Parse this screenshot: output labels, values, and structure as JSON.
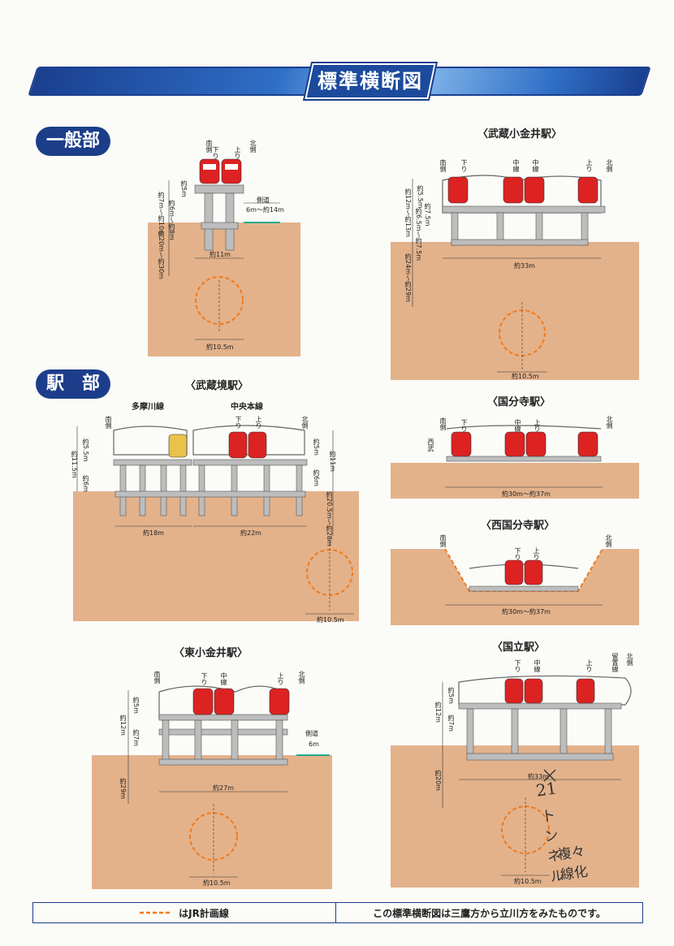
{
  "banner": {
    "title": "標準横断図"
  },
  "sections": {
    "general": "一般部",
    "station": "駅　部"
  },
  "colors": {
    "soil": "#e3b28b",
    "structure": "#bdbdbd",
    "plan_line": "#f07a1e",
    "brand": "#1c3e8a"
  },
  "general": {
    "south": "南側",
    "down": "下り",
    "up": "上り",
    "north": "北側",
    "h1": "約5m",
    "h2": "約7m〜約10m",
    "h3": "約6m〜約8m",
    "depth": "約20m〜約30m",
    "width": "約11m",
    "tunnel": "約10.5m",
    "sideroad": "側道",
    "sideroad_w": "6m〜約14m"
  },
  "musashikoganei": {
    "title": "〈武蔵小金井駅〉",
    "south": "南側",
    "chuo": "中線",
    "chuo2": "中線",
    "down": "下り",
    "up": "上り",
    "north": "北側",
    "h1": "約5.5m",
    "h2": "約12m〜約13m",
    "h3": "約7.5m",
    "h4": "約6.5m〜約7.5m",
    "depth": "約24m〜約29m",
    "width": "約33m",
    "tunnel": "約10.5m"
  },
  "musashisakai": {
    "title": "〈武蔵境駅〉",
    "tamagawa": "多摩川線",
    "chuo": "中央本線",
    "south": "南側",
    "down": "下り",
    "up": "上り",
    "north": "北側",
    "h1": "約5.5m",
    "h2": "約11.5m",
    "h3": "約6m",
    "h4": "約5m",
    "h5": "約11m",
    "h6": "約6m",
    "depth": "約20.5m〜約28m",
    "w1": "約18m",
    "w2": "約22m",
    "tunnel": "約10.5m"
  },
  "kokubunji": {
    "title": "〈国分寺駅〉",
    "south": "南側",
    "seibu": "西武",
    "down": "下り",
    "chuo": "中線",
    "up": "上り",
    "north": "北側",
    "width": "約30m〜約37m"
  },
  "nishikokubunji": {
    "title": "〈西国分寺駅〉",
    "south": "南側",
    "down": "下り",
    "up": "上り",
    "north": "北側",
    "width": "約30m〜約37m"
  },
  "higashikoganei": {
    "title": "〈東小金井駅〉",
    "south": "南側",
    "down": "下り",
    "chuo": "中線",
    "up": "上り",
    "north": "北側",
    "h1": "約5m",
    "h2": "約12m",
    "h3": "約7m",
    "depth": "約29m",
    "width": "約27m",
    "tunnel": "約10.5m",
    "sideroad": "側道",
    "sideroad_w": "6m"
  },
  "kunitachi": {
    "title": "〈国立駅〉",
    "down": "下り",
    "chuo": "中線",
    "up": "上り",
    "sidetrack": "留置線",
    "north": "北側",
    "h1": "約5m",
    "h2": "約12m",
    "h3": "約7m",
    "depth": "約20m",
    "width": "約33m",
    "tunnel": "約10.5m",
    "hw1": "21",
    "hw2": "トンネル",
    "hw3": "複々線化"
  },
  "footer": {
    "legend": "はJR計画線",
    "note": "この標準横断図は三鷹方から立川方をみたものです。"
  }
}
